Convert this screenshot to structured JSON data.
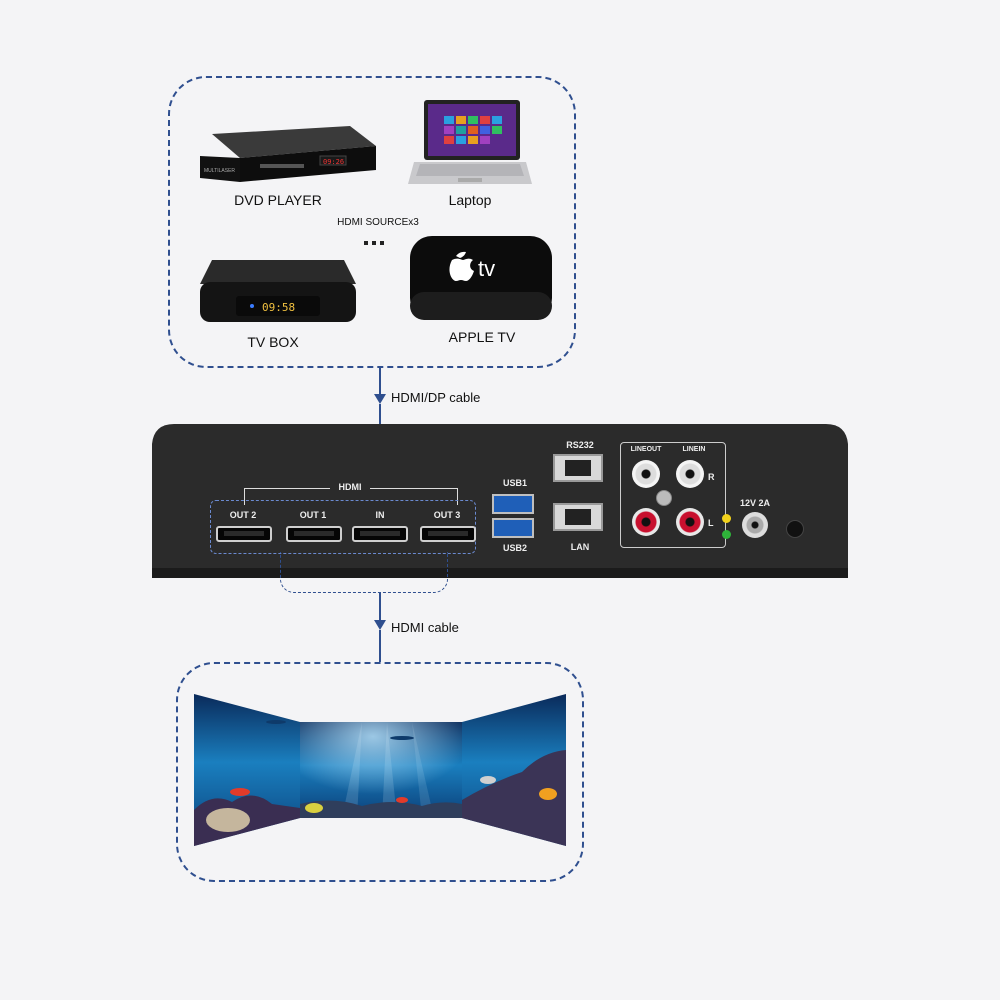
{
  "sources": {
    "dvd_label": "DVD PLAYER",
    "laptop_label": "Laptop",
    "tvbox_label": "TV BOX",
    "appletv_label": "APPLE TV",
    "hdmi_source_label": "HDMI SOURCEx3",
    "dvd_brand": "MULTILASER",
    "dvd_display": "09:26",
    "tvbox_display": "09:58",
    "appletv_logo": "tv"
  },
  "cables": {
    "input_cable": "HDMI/DP cable",
    "output_cable": "HDMI cable"
  },
  "device": {
    "hdmi_group_label": "HDMI",
    "ports": [
      "OUT 2",
      "OUT 1",
      "IN",
      "OUT 3"
    ],
    "usb1": "USB1",
    "usb2": "USB2",
    "rs232": "RS232",
    "lan": "LAN",
    "line_out": "LINEOUT",
    "line_in": "LINEIN",
    "right": "R",
    "left": "L",
    "power": "12V 2A"
  },
  "colors": {
    "accent": "#2f4f8f",
    "device_body": "#2b2b2b",
    "usb_blue": "#1f5fb8",
    "rca_red": "#c8102e",
    "led_yellow": "#f2d21b",
    "led_green": "#2fb43a"
  }
}
